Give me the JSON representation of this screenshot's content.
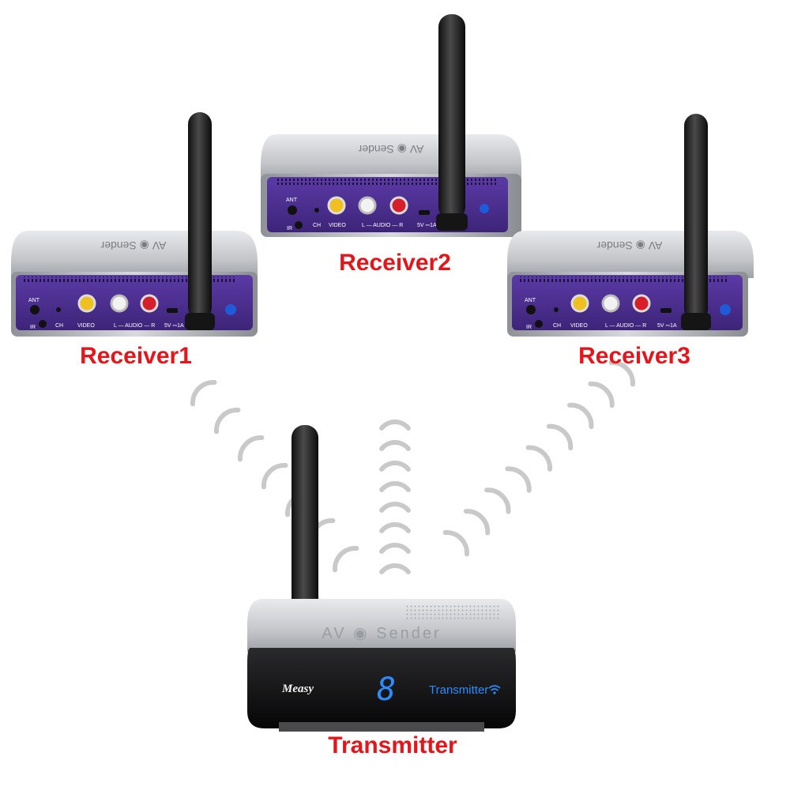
{
  "colors": {
    "label_red": "#e4151b",
    "receiver_panel": "#4b2f8c",
    "shell_silver": "#bfc1c5",
    "antenna": "#2a2a2a",
    "wave_gray": "#c9c9c9",
    "display_blue": "#2c8cff"
  },
  "receivers": [
    {
      "label": "Receiver1",
      "ports": {
        "ant": "ANT",
        "ir": "IR",
        "ch": "CH",
        "video": "VIDEO",
        "audio": "L — AUDIO — R",
        "power": "5V ⎓1A"
      },
      "top_text": "AV ◉ Sender"
    },
    {
      "label": "Receiver2",
      "ports": {
        "ant": "ANT",
        "ir": "IR",
        "ch": "CH",
        "video": "VIDEO",
        "audio": "L — AUDIO — R",
        "power": "5V ⎓1A"
      },
      "top_text": "AV ◉ Sender"
    },
    {
      "label": "Receiver3",
      "ports": {
        "ant": "ANT",
        "ir": "IR",
        "ch": "CH",
        "video": "VIDEO",
        "audio": "L — AUDIO — R",
        "power": "5V ⎓1A"
      },
      "top_text": "AV ◉ Sender"
    }
  ],
  "transmitter": {
    "label": "Transmitter",
    "brand": "Measy",
    "channel_display": "8",
    "front_text": "Transmitter",
    "top_text": "AV ◉ Sender"
  }
}
